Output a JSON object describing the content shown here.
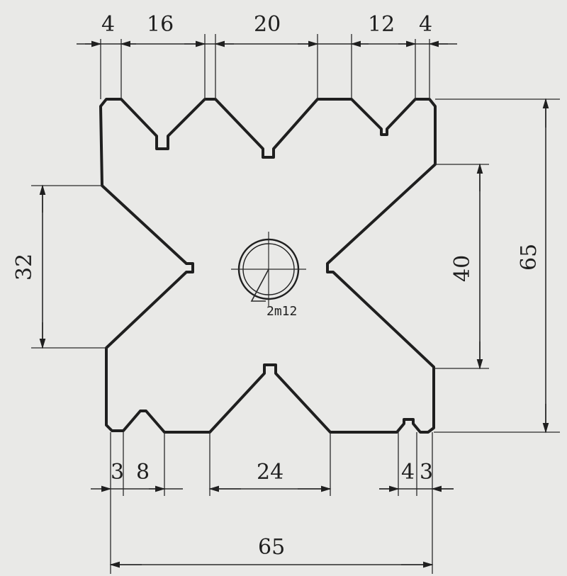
{
  "dimensions": {
    "top": [
      "4",
      "16",
      "20",
      "12",
      "4"
    ],
    "bottom": [
      "3",
      "8",
      "24",
      "4",
      "3"
    ],
    "bottom_overall": "65",
    "left_height": "32",
    "right_inner": "40",
    "right_overall": "65"
  },
  "thread": "2m12",
  "colors": {
    "paper": "#e9e9e7",
    "ink": "#1f1f1f"
  }
}
